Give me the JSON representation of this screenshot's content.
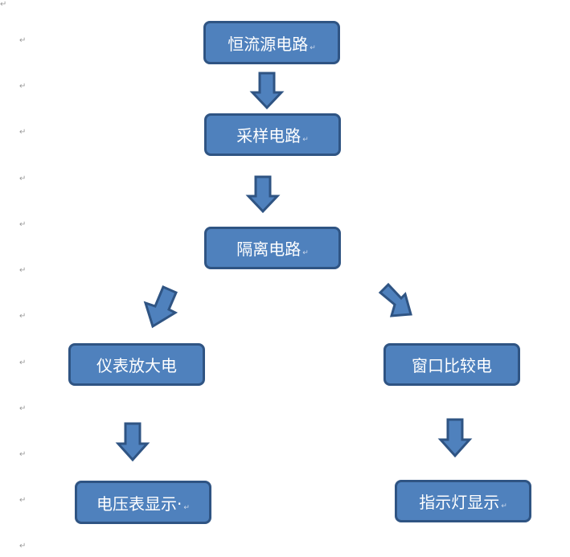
{
  "paragraph_mark": "↵",
  "colors": {
    "box_fill": "#4f81bd",
    "box_border": "#2f5483",
    "arrow_fill": "#4f81bd",
    "arrow_border": "#2f5483",
    "text": "#ffffff"
  },
  "nodes": {
    "constant_current": "恒流源电路",
    "sampling": "采样电路",
    "isolation": "隔离电路",
    "instrument_amplifier": "仪表放大电",
    "window_comparator": "窗口比较电",
    "voltmeter_display": "电压表显示·",
    "indicator_display": "指示灯显示"
  },
  "arrows": [
    "arrow-down-icon",
    "arrow-down-icon",
    "arrow-down-left-icon",
    "arrow-down-right-icon",
    "arrow-down-icon",
    "arrow-down-icon"
  ]
}
